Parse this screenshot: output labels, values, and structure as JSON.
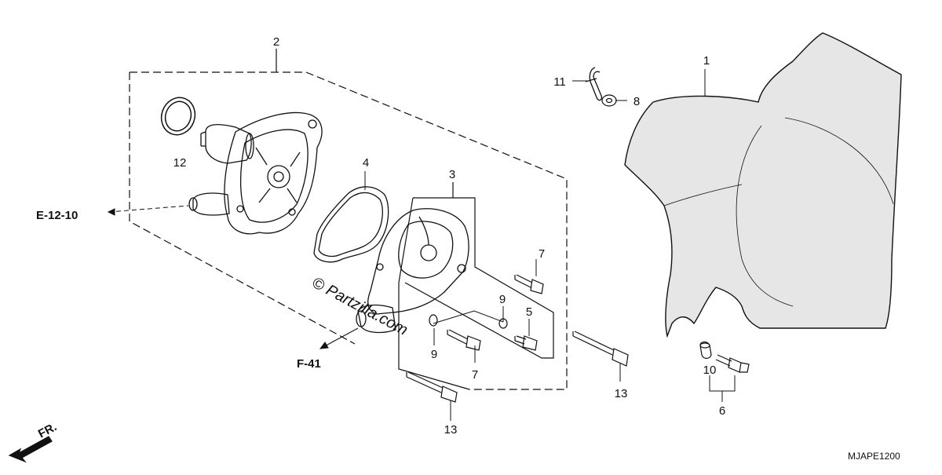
{
  "parts": [
    {
      "id": "1",
      "label": "1"
    },
    {
      "id": "2",
      "label": "2"
    },
    {
      "id": "3",
      "label": "3"
    },
    {
      "id": "4",
      "label": "4"
    },
    {
      "id": "5",
      "label": "5"
    },
    {
      "id": "6",
      "label": "6"
    },
    {
      "id": "7a",
      "label": "7"
    },
    {
      "id": "7b",
      "label": "7"
    },
    {
      "id": "8",
      "label": "8"
    },
    {
      "id": "9a",
      "label": "9"
    },
    {
      "id": "9b",
      "label": "9"
    },
    {
      "id": "10",
      "label": "10"
    },
    {
      "id": "11",
      "label": "11"
    },
    {
      "id": "12",
      "label": "12"
    },
    {
      "id": "13a",
      "label": "13"
    },
    {
      "id": "13b",
      "label": "13"
    }
  ],
  "references": {
    "e_ref": "E-12-10",
    "f_ref": "F-41",
    "front_label": "FR."
  },
  "watermark": "© Partzilla.com",
  "diagram_code": "MJAPE1200",
  "colors": {
    "ink": "#111111",
    "cover_fill": "#e6e6e6",
    "watermark": "#222222"
  }
}
